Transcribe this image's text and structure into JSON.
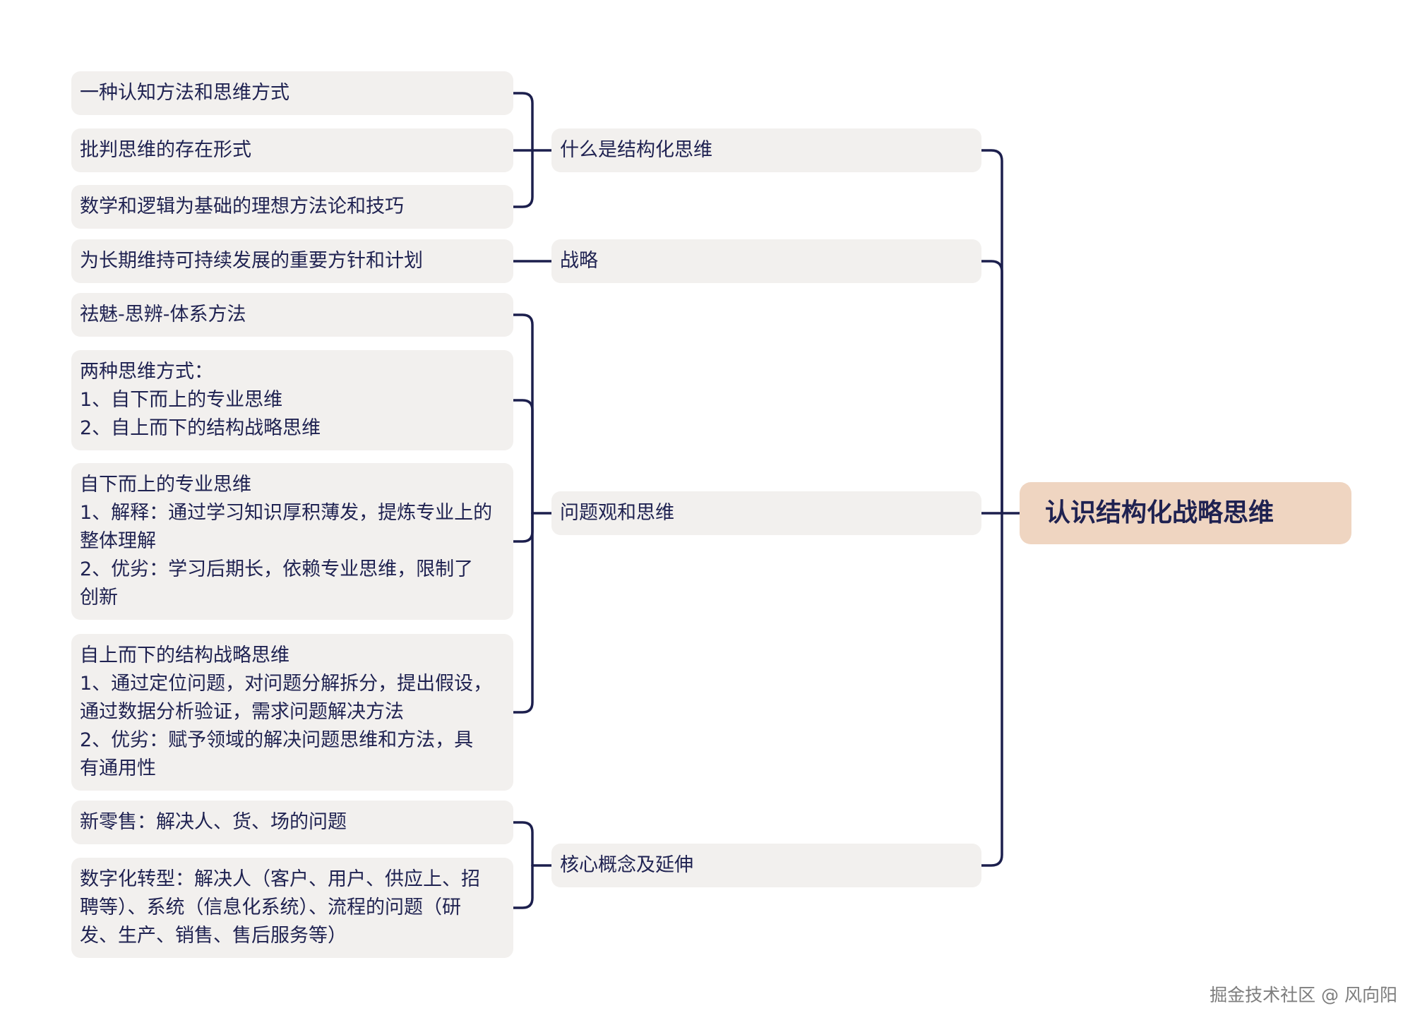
{
  "root": {
    "label": "认识结构化战略思维"
  },
  "branches": [
    {
      "label": "什么是结构化思维",
      "children": [
        {
          "lines": [
            "一种认知方法和思维方式"
          ]
        },
        {
          "lines": [
            "批判思维的存在形式"
          ]
        },
        {
          "lines": [
            "数学和逻辑为基础的理想方法论和技巧"
          ]
        }
      ]
    },
    {
      "label": "战略",
      "children": [
        {
          "lines": [
            "为长期维持可持续发展的重要方针和计划"
          ]
        }
      ]
    },
    {
      "label": "问题观和思维",
      "children": [
        {
          "lines": [
            "祛魅-思辨-体系方法"
          ]
        },
        {
          "lines": [
            "两种思维方式：",
            "1、自下而上的专业思维",
            "2、自上而下的结构战略思维"
          ]
        },
        {
          "lines": [
            "自下而上的专业思维",
            "1、解释：通过学习知识厚积薄发，提炼专业上的",
            "整体理解",
            "2、优劣：学习后期长，依赖专业思维，限制了",
            "创新"
          ]
        },
        {
          "lines": [
            "自上而下的结构战略思维",
            "1、通过定位问题，对问题分解拆分，提出假设，",
            "通过数据分析验证，需求问题解决方法",
            "2、优劣：赋予领域的解决问题思维和方法，具",
            "有通用性"
          ]
        }
      ]
    },
    {
      "label": "核心概念及延伸",
      "children": [
        {
          "lines": [
            "新零售：解决人、货、场的问题"
          ]
        },
        {
          "lines": [
            "数字化转型：解决人（客户、用户、供应上、招",
            "聘等）、系统（信息化系统）、流程的问题（研",
            "发、生产、销售、售后服务等）"
          ]
        }
      ]
    }
  ],
  "watermark": "掘金技术社区 @ 风向阳",
  "colors": {
    "text": "#1f2251",
    "line": "#1c1f4d",
    "node_fill": "#f2f0ee",
    "root_fill": "#efd5c1",
    "watermark": "#7d7d7d"
  }
}
